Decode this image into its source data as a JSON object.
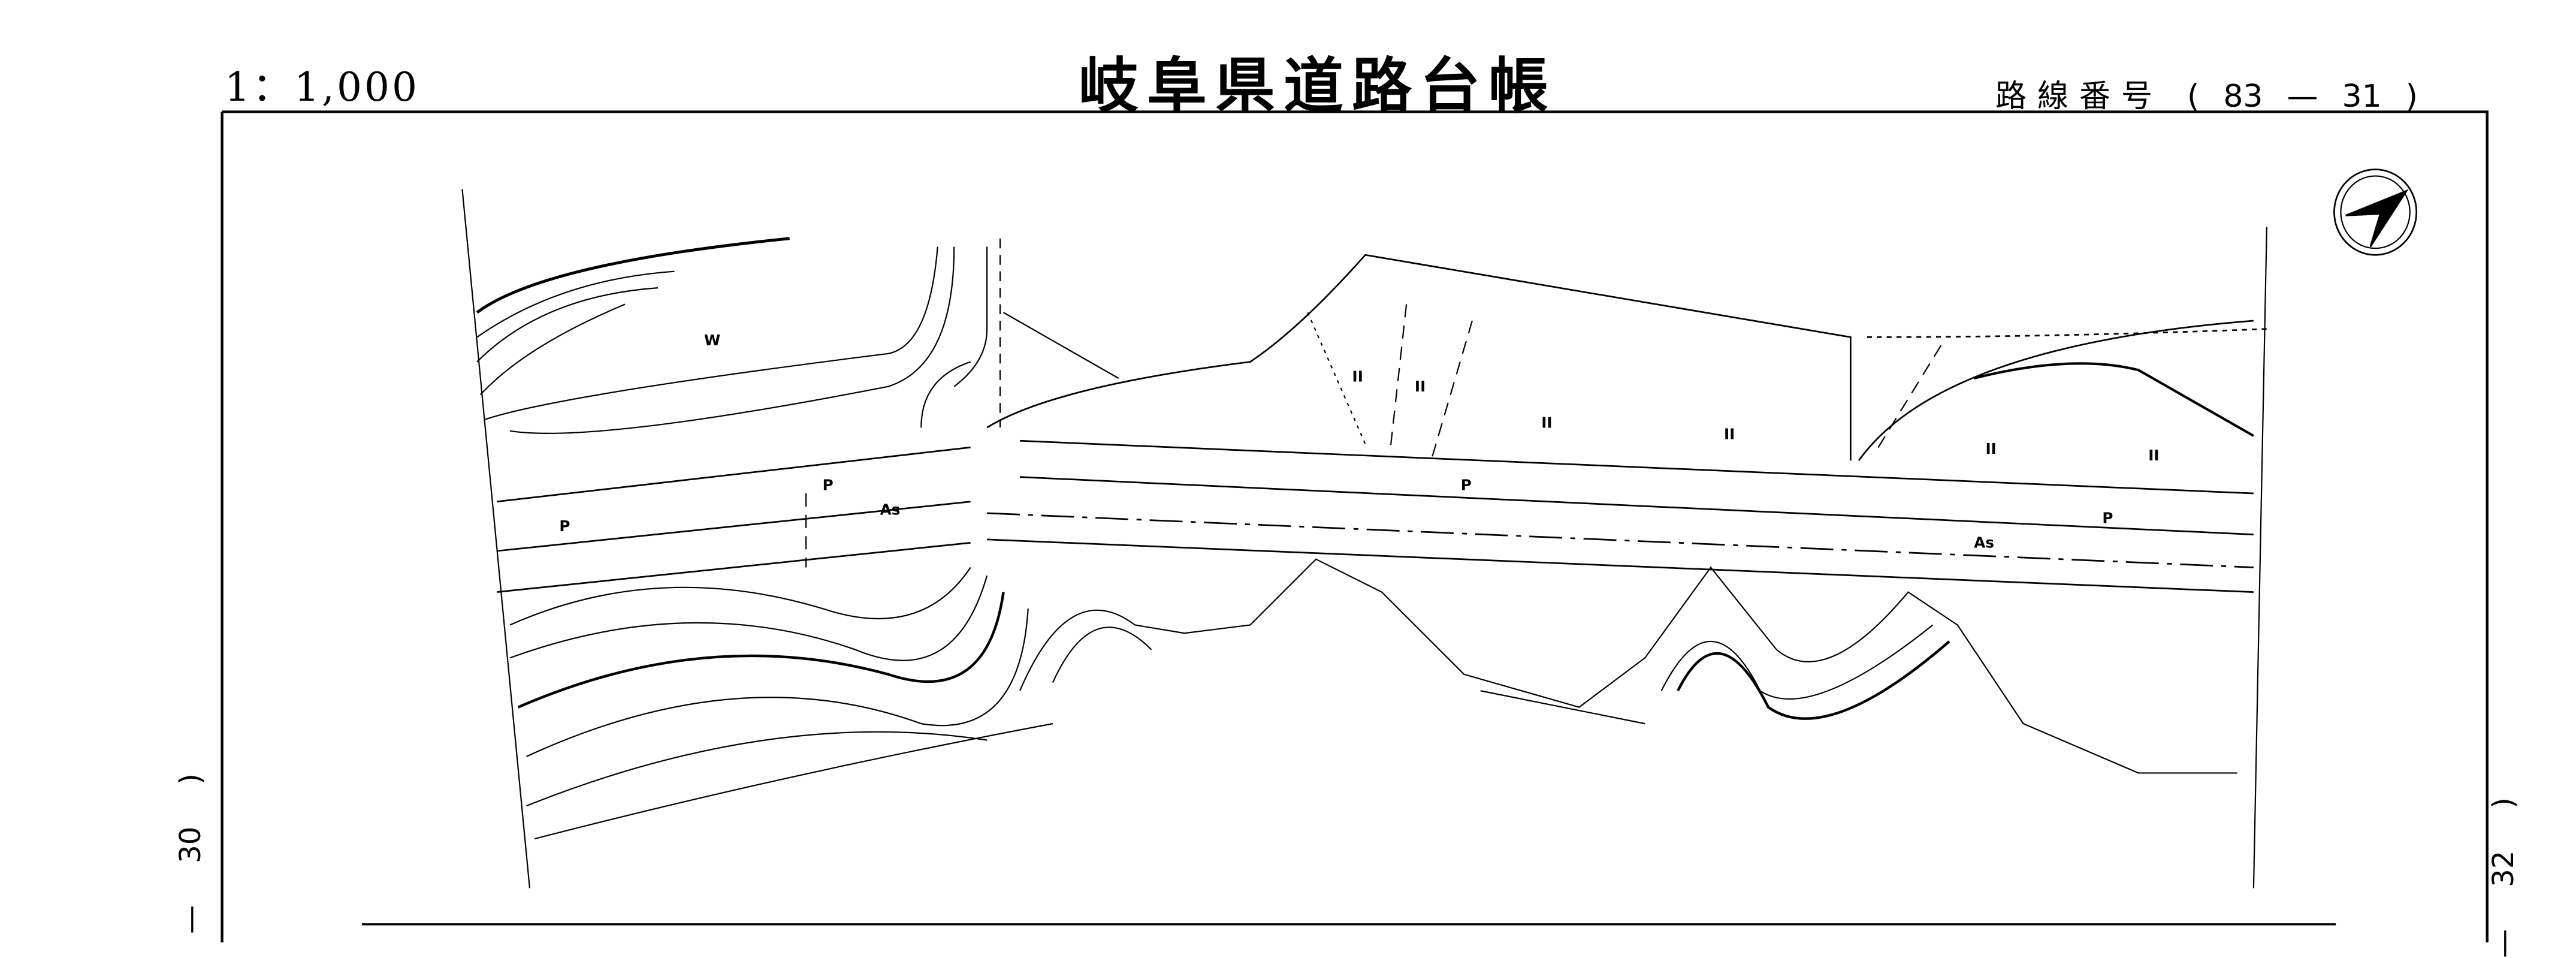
{
  "header": {
    "scale": "1：1,000",
    "title": "岐阜県道路台帳",
    "route_label": "路線番号",
    "route_open": "(",
    "route_primary": "83",
    "route_dash": "—",
    "route_secondary": "31",
    "route_close": ")"
  },
  "margins": {
    "left": {
      "dash": "—",
      "number": "30",
      "paren": ")"
    },
    "right": {
      "dash": "—",
      "number": "32",
      "paren": ")"
    }
  },
  "map": {
    "north_arrow": "compass-arrow-icon",
    "labels": {
      "water": "W",
      "parking_1": "P",
      "parking_2": "P",
      "parking_3": "P",
      "parking_4": "P",
      "asphalt_1": "As",
      "asphalt_2": "As",
      "field_1": "II",
      "field_2": "II",
      "field_3": "II",
      "field_4": "II",
      "field_5": "II",
      "field_6": "II"
    }
  }
}
